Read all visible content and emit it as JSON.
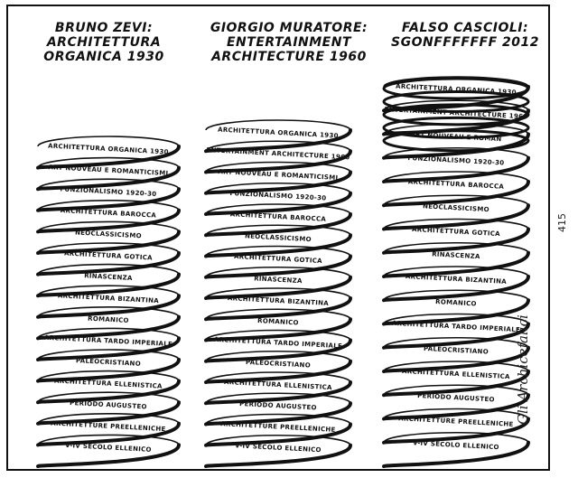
{
  "columns": [
    {
      "title_lines": [
        "BRUNO ZEVI:",
        "ARCHITETTURA",
        "ORGANICA 1930"
      ],
      "labels": [
        "ARCHITETTURA ORGANICA 1930",
        "ART NOUVEAU E ROMANTICISMI",
        "FUNZIONALISMO 1920-30",
        "ARCHITETTURA BAROCCA",
        "NEOCLASSICISMO",
        "ARCHITETTURA GOTICA",
        "RINASCENZA",
        "ARCHITETTURA BIZANTINA",
        "ROMANICO",
        "ARCHITETTURA TARDO IMPERIALE",
        "PALEOCRISTIANO",
        "ARCHITETTURA ELLENISTICA",
        "PERIODO AUGUSTEO",
        "ARCHITETTURE PREELLENICHE",
        "V-IV SECOLO ELLENICO"
      ],
      "extra_rings": 0
    },
    {
      "title_lines": [
        "GIORGIO MURATORE:",
        "ENTERTAINMENT",
        "ARCHITECTURE 1960"
      ],
      "labels": [
        "ARCHITETTURA ORGANICA 1930",
        "ENTERTAINMENT ARCHITECTURE 1960",
        "ART NOUVEAU E ROMANTICISMI",
        "FUNZIONALISMO 1920-30",
        "ARCHITETTURA BAROCCA",
        "NEOCLASSICISMO",
        "ARCHITETTURA GOTICA",
        "RINASCENZA",
        "ARCHITETTURA BIZANTINA",
        "ROMANICO",
        "ARCHITETTURA TARDO IMPERIALE",
        "PALEOCRISTIANO",
        "ARCHITETTURA ELLENISTICA",
        "PERIODO AUGUSTEO",
        "ARCHITETTURE PREELLENICHE",
        "V-IV SECOLO ELLENICO"
      ],
      "extra_rings": 0
    },
    {
      "title_lines": [
        "FALSO CASCIOLI:",
        "SGONFFFFFFF 2012"
      ],
      "labels": [
        "ARCHITETTURA ORGANICA 1930",
        "ENTERTAINMENT ARCHITECTURE 1960",
        "ART NOUVEAU E ROMAN",
        "FUNZIONALISMO 1920-30",
        "ARCHITETTURA BAROCCA",
        "NEOCLASSICISMO",
        "ARCHITETTURA GOTICA",
        "RINASCENZA",
        "ARCHITETTURA BIZANTINA",
        "ROMANICO",
        "ARCHITETTURA TARDO IMPERIALE",
        "PALEOCRISTIANO",
        "ARCHITETTURA ELLENISTICA",
        "PERIODO AUGUSTEO",
        "ARCHITETTURE PREELLENICHE",
        "V-IV SECOLO ELLENICO"
      ],
      "extra_rings": 5
    }
  ],
  "page_number": "415",
  "signature": "Gli Archicefalici",
  "colors": {
    "ink": "#111111",
    "paper": "#ffffff"
  }
}
